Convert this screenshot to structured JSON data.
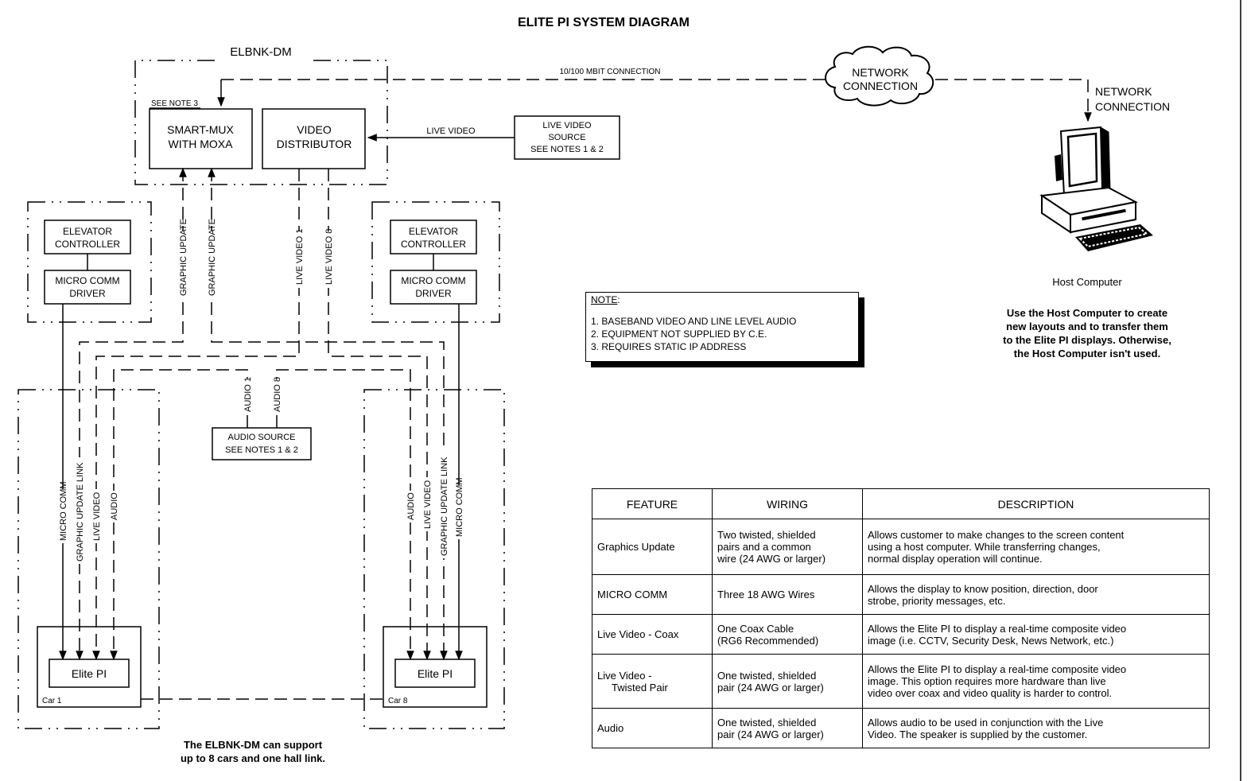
{
  "title": "ELITE PI SYSTEM DIAGRAM",
  "elbnk": {
    "label": "ELBNK-DM",
    "see_note": "SEE NOTE 3",
    "smartmux": [
      "SMART-MUX",
      "WITH MOXA"
    ],
    "video_dist": [
      "VIDEO",
      "DISTRIBUTOR"
    ]
  },
  "live_video_label": "LIVE VIDEO",
  "live_video_source": [
    "LIVE VIDEO",
    "SOURCE",
    "SEE NOTES 1 & 2"
  ],
  "connection_label": "10/100 MBIT CONNECTION",
  "network_cloud": [
    "NETWORK",
    "CONNECTION"
  ],
  "network_side": [
    "NETWORK",
    "CONNECTION"
  ],
  "host": {
    "label": "Host Computer",
    "note": [
      "Use the Host Computer to create",
      "new layouts and to transfer them",
      "to the Elite PI displays.  Otherwise,",
      "the Host Computer isn't used."
    ]
  },
  "controllers": {
    "elevator": [
      "ELEVATOR",
      "CONTROLLER"
    ],
    "microcomm": [
      "MICRO COMM",
      "DRIVER"
    ]
  },
  "vertical_labels": {
    "graphic_update": "GRAPHIC UPDATE",
    "live_video_1": "LIVE VIDEO 1",
    "live_video_8": "LIVE VIDEO 8",
    "audio_1": "AUDIO 1",
    "audio_8": "AUDIO 8",
    "micro_comm": "MICRO COMM",
    "graphic_update_link": "GRAPHIC UPDATE LINK",
    "live_video": "LIVE VIDEO",
    "audio": "AUDIO"
  },
  "audio_source": [
    "AUDIO SOURCE",
    "SEE NOTES 1 & 2"
  ],
  "elite_pi": "Elite PI",
  "car1": "Car 1",
  "car8": "Car 8",
  "support_note": [
    "The ELBNK-DM can support",
    "up to 8 cars and one hall link."
  ],
  "note": {
    "title": "NOTE",
    "colon": ":",
    "lines": [
      "1. BASEBAND VIDEO AND LINE LEVEL AUDIO",
      "2. EQUIPMENT NOT SUPPLIED BY C.E.",
      "3. REQUIRES STATIC IP ADDRESS"
    ]
  },
  "table": {
    "headers": [
      "FEATURE",
      "WIRING",
      "DESCRIPTION"
    ],
    "rows": [
      {
        "feature": [
          "Graphics Update"
        ],
        "wiring": [
          "Two twisted, shielded",
          "pairs and a common",
          "wire (24 AWG or larger)"
        ],
        "description": [
          "Allows customer to make changes to the screen content",
          "using a host computer.  While transferring changes,",
          "normal display operation will continue."
        ]
      },
      {
        "feature": [
          "MICRO COMM"
        ],
        "wiring": [
          "Three 18 AWG Wires"
        ],
        "description": [
          "Allows the display to know position, direction, door",
          "strobe, priority messages, etc."
        ]
      },
      {
        "feature": [
          "Live Video - Coax"
        ],
        "wiring": [
          "One Coax Cable",
          "(RG6 Recommended)"
        ],
        "description": [
          "Allows the Elite PI to display a real-time composite video",
          "image (i.e. CCTV, Security Desk, News Network, etc.)"
        ]
      },
      {
        "feature": [
          "Live Video -",
          "Twisted Pair"
        ],
        "wiring": [
          "One twisted, shielded",
          "pair (24 AWG or larger)"
        ],
        "description": [
          "Allows the Elite PI to display a real-time composite video",
          "image.  This option requires more hardware than live",
          "video over coax and video quality is harder to control."
        ]
      },
      {
        "feature": [
          "Audio"
        ],
        "wiring": [
          "One twisted, shielded",
          "pair (24 AWG or larger)"
        ],
        "description": [
          "Allows audio to be used in conjunction with the Live",
          "Video.  The speaker is supplied by the customer."
        ]
      }
    ]
  }
}
